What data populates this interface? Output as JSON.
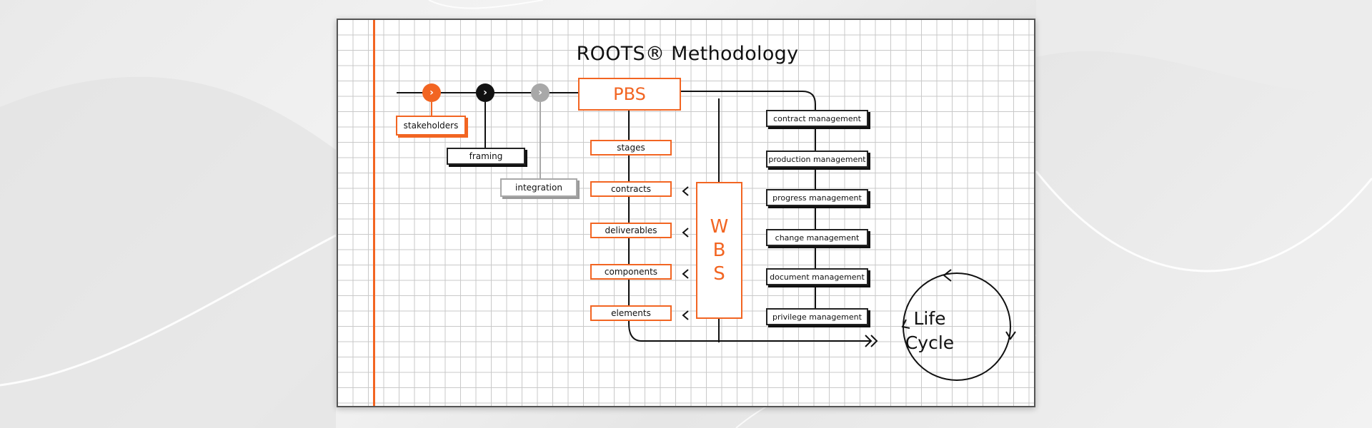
{
  "title": "ROOTS® Methodology",
  "pbs_label": "PBS",
  "wbs_letters": [
    "W",
    "B",
    "S"
  ],
  "left_chain": [
    {
      "label": "stakeholders",
      "color": "#f26522"
    },
    {
      "label": "framing",
      "color": "#111111"
    },
    {
      "label": "integration",
      "color": "#a8a8a8"
    }
  ],
  "pbs_items": [
    "stages",
    "contracts",
    "deliverables",
    "components",
    "elements"
  ],
  "management_items": [
    "contract management",
    "production management",
    "progress management",
    "change management",
    "document management",
    "privilege management"
  ],
  "lifecycle": {
    "line1": "Life",
    "line2": "Cycle"
  },
  "colors": {
    "accent": "#f26522",
    "ink": "#111111",
    "muted": "#a8a8a8"
  }
}
